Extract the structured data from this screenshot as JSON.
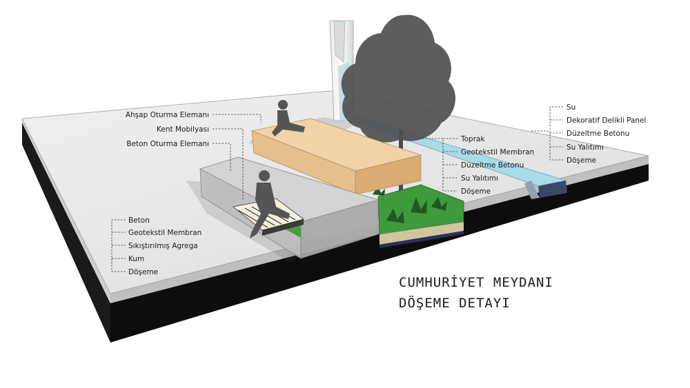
{
  "title": {
    "line1": "CUMHURİYET MEYDANI",
    "line2": "DÖŞEME DETAYI"
  },
  "labels": {
    "seating": [
      "Ahşap Oturma Elemanı",
      "Kent Mobilyası",
      "Beton Oturma Elemanı"
    ],
    "left_section": [
      "Beton",
      "Geotekstil Membran",
      "Sıkıştırılmış Agrega",
      "Kum",
      "Döşeme"
    ],
    "planter": [
      "Toprak",
      "Geotekstil Membran",
      "Düzeltme Betonu",
      "Su Yalıtımı",
      "Döşeme"
    ],
    "water_channel": [
      "Su",
      "Dekoratif Delikli Panel",
      "Düzeltme Betonu",
      "Su Yalıtımı",
      "Döşeme"
    ]
  },
  "colors": {
    "slab_top": "#e8e8e8",
    "slab_side": "#111111",
    "wood_bench": "#f2d3a8",
    "concrete_bench": "#c9c9c9",
    "planter_green": "#3e9a3c",
    "water": "#a8dbe8",
    "silhouette": "#555555"
  }
}
